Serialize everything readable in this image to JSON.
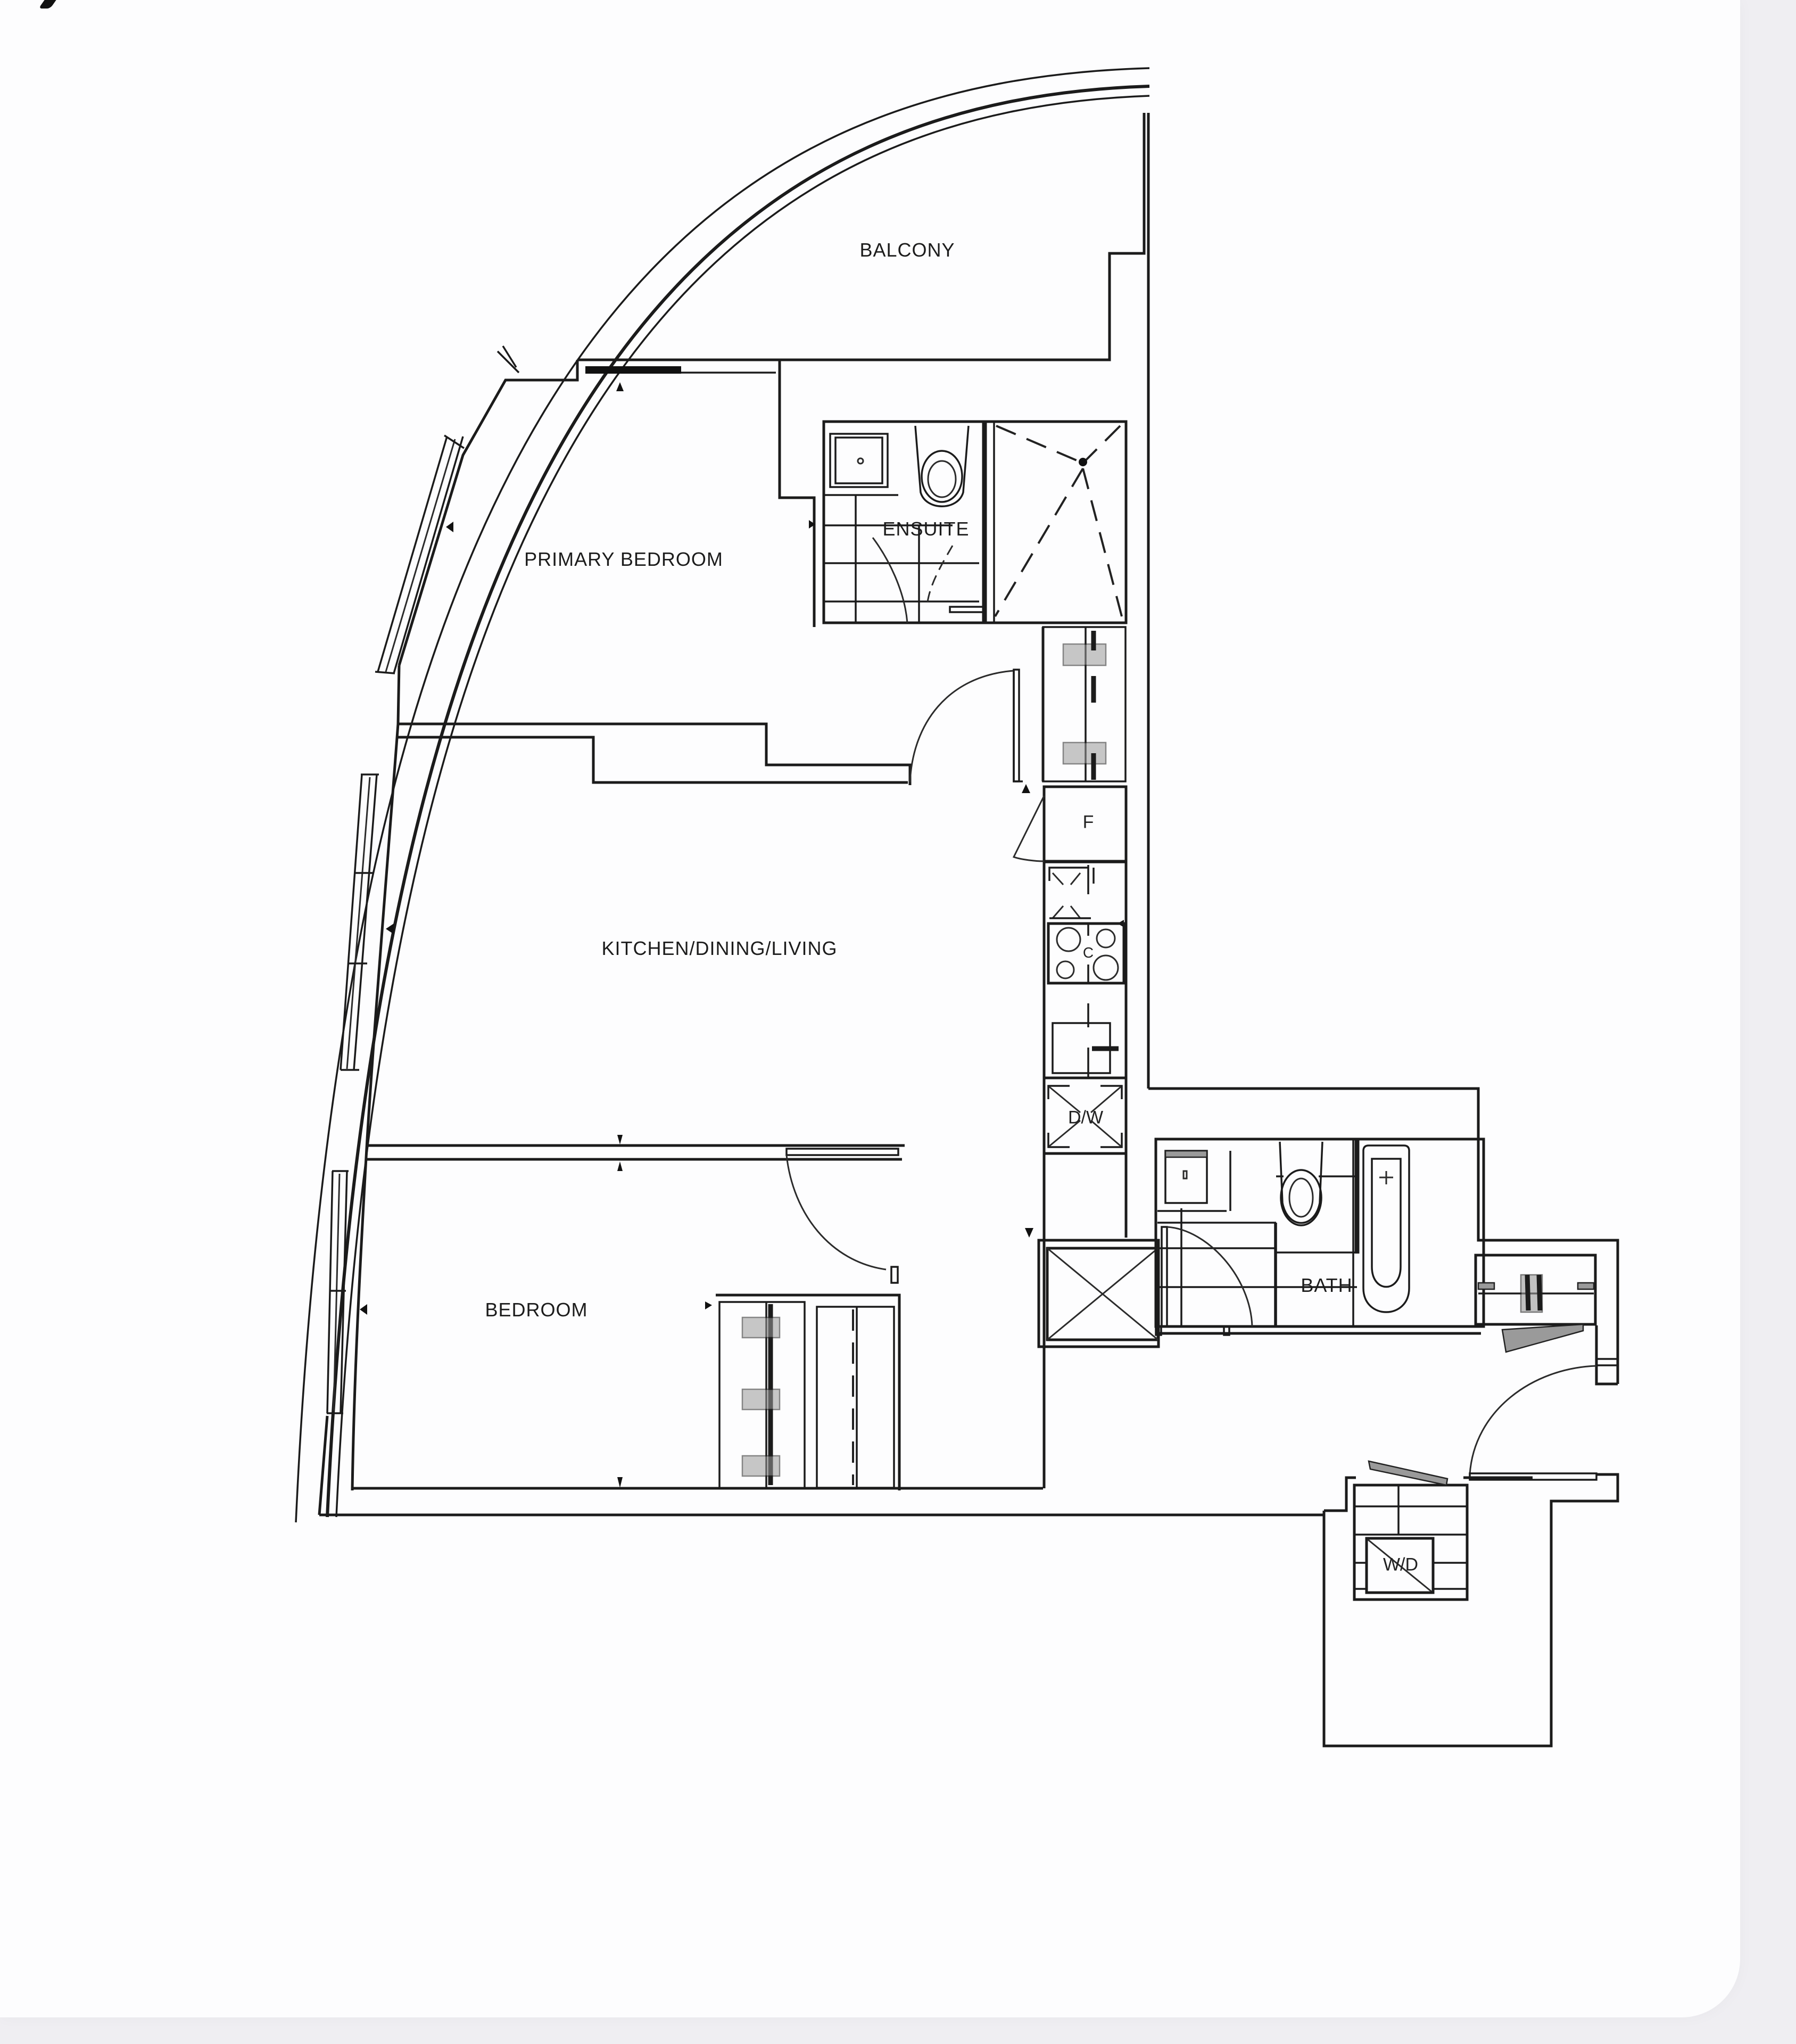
{
  "floorplan": {
    "rooms": [
      {
        "id": "balcony",
        "label": "BALCONY"
      },
      {
        "id": "primary_bedroom",
        "label": "PRIMARY BEDROOM"
      },
      {
        "id": "ensuite",
        "label": "ENSUITE"
      },
      {
        "id": "kitchen_dining_living",
        "label": "KITCHEN/DINING/LIVING"
      },
      {
        "id": "bedroom",
        "label": "BEDROOM"
      },
      {
        "id": "bath",
        "label": "BATH"
      }
    ],
    "fixtures": [
      {
        "id": "fridge",
        "label": "F"
      },
      {
        "id": "cooktop",
        "label": "C"
      },
      {
        "id": "dishwasher",
        "label": "D/W"
      },
      {
        "id": "washer_dryer",
        "label": "W/D"
      }
    ],
    "colors": {
      "background": "#efeef2",
      "card": "#fdfdfe",
      "line": "#1b1b1b"
    }
  }
}
